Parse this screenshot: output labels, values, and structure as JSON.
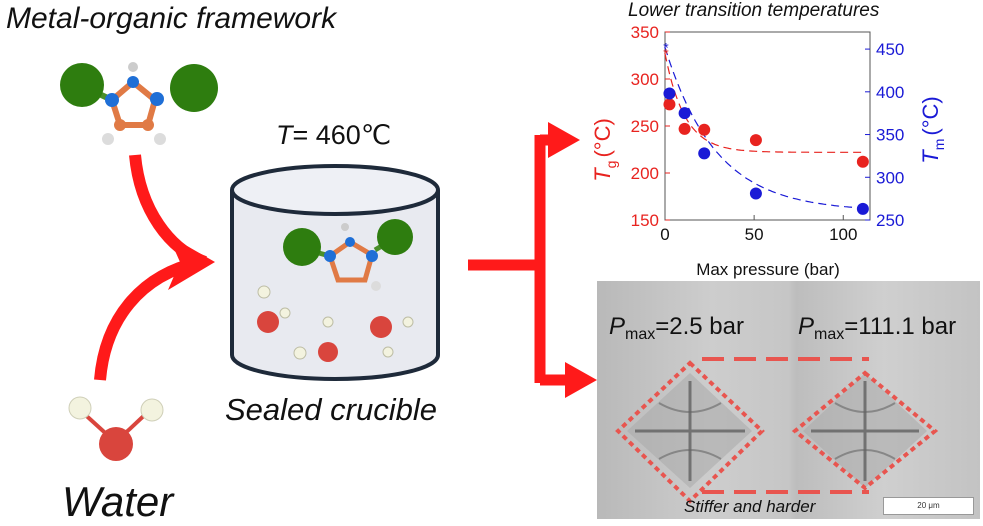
{
  "labels": {
    "mof": "Metal-organic framework",
    "water": "Water",
    "crucible": "Sealed crucible",
    "temperature_symbol": "T",
    "temperature_value": "= 460℃",
    "chart_title": "Lower transition temperatures",
    "stiffer": "Stiffer and harder",
    "panel_left_symbol": "P",
    "panel_left_sub": "max",
    "panel_left_value": "=2.5 bar",
    "panel_right_symbol": "P",
    "panel_right_sub": "max",
    "panel_right_value": "=111.1 bar",
    "scale_bar": "20 μm"
  },
  "colors": {
    "arrow": "#ff1a1a",
    "metal_sphere": "#2e7d0f",
    "nitrogen": "#1f6fd6",
    "carbon": "#e07a45",
    "hydrogen": "#f3f3df",
    "oxygen": "#d9453d",
    "tg_series": "#e8231f",
    "tm_series": "#1a1ad6",
    "indent_outline": "#e8554f"
  },
  "chart_data": {
    "type": "scatter",
    "title": "Lower transition temperatures",
    "xlabel": "Max pressure (bar)",
    "xlim": [
      0,
      115
    ],
    "x_ticks": [
      0,
      50,
      100
    ],
    "y_left": {
      "label_symbol": "T",
      "label_sub": "g",
      "label_unit": "(°C)",
      "lim": [
        150,
        350
      ],
      "ticks": [
        150,
        200,
        250,
        300,
        350
      ]
    },
    "y_right": {
      "label_symbol": "T",
      "label_sub": "m",
      "label_unit": "(°C)",
      "lim": [
        250,
        470
      ],
      "ticks": [
        250,
        300,
        350,
        400,
        450
      ]
    },
    "series": [
      {
        "axis": "left",
        "color": "#e8231f",
        "points": [
          [
            2.5,
            273
          ],
          [
            11,
            247
          ],
          [
            22,
            246
          ],
          [
            51,
            235
          ],
          [
            111,
            212
          ]
        ],
        "start_marker": [
          0,
          327
        ]
      },
      {
        "axis": "right",
        "color": "#1a1ad6",
        "points": [
          [
            2.5,
            398
          ],
          [
            11,
            375
          ],
          [
            22,
            328
          ],
          [
            51,
            281
          ],
          [
            111,
            263
          ]
        ],
        "start_marker": [
          0,
          452
        ]
      }
    ],
    "grid": false
  }
}
